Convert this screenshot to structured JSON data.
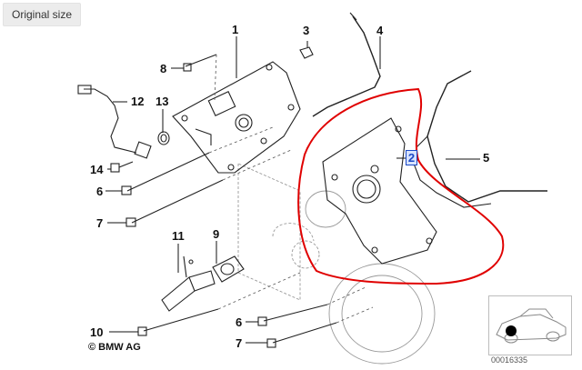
{
  "toolbar": {
    "original_size_label": "Original size"
  },
  "diagram": {
    "part_numbers": {
      "p1": "1",
      "p2": "2",
      "p3": "3",
      "p4": "4",
      "p5": "5",
      "p6a": "6",
      "p6b": "6",
      "p7a": "7",
      "p7b": "7",
      "p8": "8",
      "p9": "9",
      "p10": "10",
      "p11": "11",
      "p12": "12",
      "p13": "13",
      "p14": "14"
    },
    "copyright": "© BMW AG",
    "image_code": "00016335"
  },
  "colors": {
    "annotation_circle": "#e00000",
    "selection_box": "#1b49c4",
    "line_art": "#222222"
  }
}
